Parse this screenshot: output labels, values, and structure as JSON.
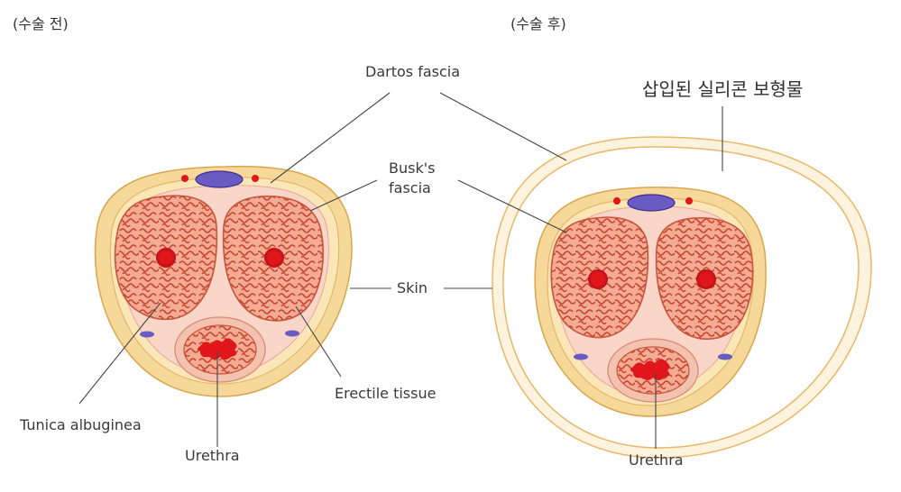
{
  "headers": {
    "before": "(수술 전)",
    "after": "(수술 후)"
  },
  "labels": {
    "dartos_fascia": "Dartos fascia",
    "busks_fascia_line1": "Busk's",
    "busks_fascia_line2": "fascia",
    "skin": "Skin",
    "tunica_albuginea": "Tunica albuginea",
    "erectile_tissue": "Erectile tissue",
    "urethra_left": "Urethra",
    "urethra_right": "Urethra",
    "implant": "삽입된 실리콘 보형물"
  },
  "colors": {
    "skin_outer": "#f6d89a",
    "skin_stroke": "#d9a64e",
    "fascia_fill": "#fbe6b8",
    "inner_pink": "#f9d6c8",
    "corpus_fill": "#f2a58f",
    "corpus_stroke": "#c9553c",
    "tissue_squiggle": "#c8452f",
    "artery_red": "#e0161a",
    "vein_blue": "#6a5bc2",
    "implant_stroke": "#e8b768",
    "implant_fill": "#fff9ec"
  }
}
